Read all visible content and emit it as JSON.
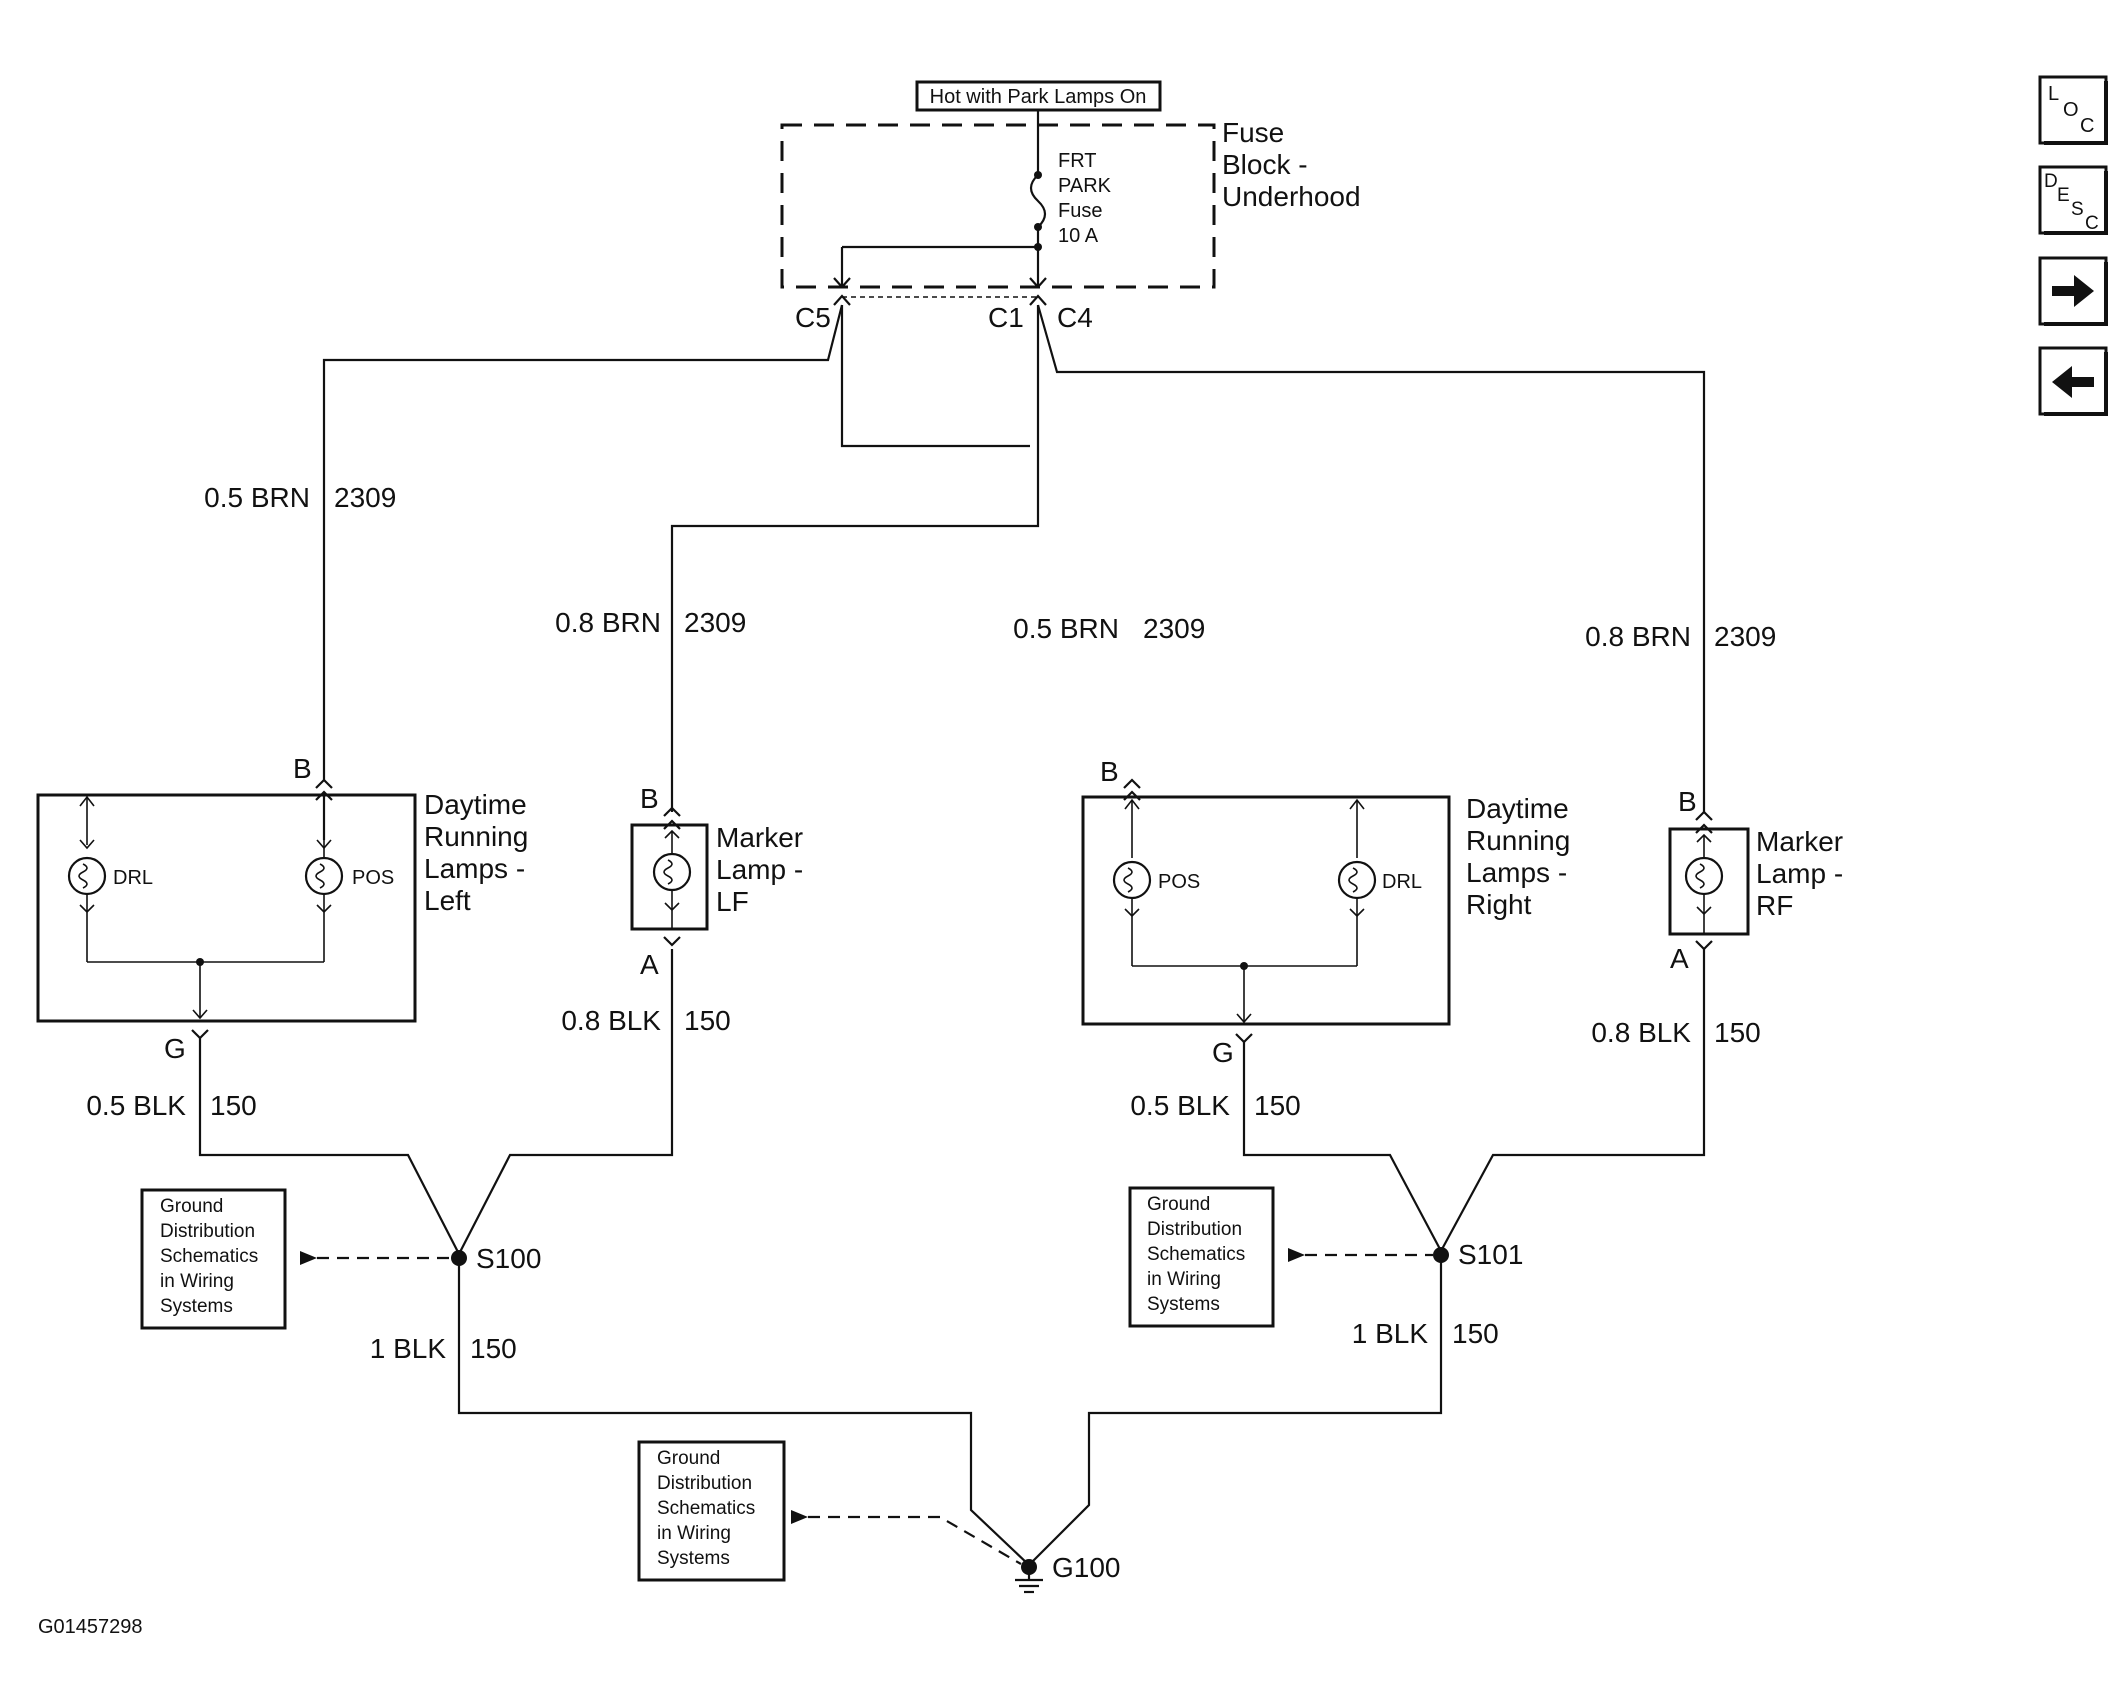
{
  "header": {
    "hot_label": "Hot with Park Lamps On",
    "fuse_block": [
      "Fuse",
      "Block -",
      "Underhood"
    ],
    "fuse": [
      "FRT",
      "PARK",
      "Fuse",
      "10 A"
    ],
    "connectors": {
      "c5": "C5",
      "c1": "C1",
      "c4": "C4"
    }
  },
  "wires": {
    "w1": "0.5 BRN",
    "w1_num": "2309",
    "w2": "0.8 BRN",
    "w2_num": "2309",
    "w3": "0.5 BRN",
    "w3_num": "2309",
    "w4": "0.8 BRN",
    "w4_num": "2309",
    "g1": "0.5 BLK",
    "g1_num": "150",
    "g2": "0.8 BLK",
    "g2_num": "150",
    "g3": "0.5 BLK",
    "g3_num": "150",
    "g4": "0.8 BLK",
    "g4_num": "150",
    "g5": "1 BLK",
    "g5_num": "150",
    "g6": "1 BLK",
    "g6_num": "150"
  },
  "components": {
    "drl_left": [
      "Daytime",
      "Running",
      "Lamps -",
      "Left"
    ],
    "drl_right": [
      "Daytime",
      "Running",
      "Lamps -",
      "Right"
    ],
    "marker_lf": [
      "Marker",
      "Lamp -",
      "LF"
    ],
    "marker_rf": [
      "Marker",
      "Lamp -",
      "RF"
    ],
    "bulb_drl": "DRL",
    "bulb_pos": "POS"
  },
  "pins": {
    "b": "B",
    "a": "A",
    "g": "G"
  },
  "splices": {
    "s100": "S100",
    "s101": "S101",
    "g100": "G100"
  },
  "ground_ref": [
    "Ground",
    "Distribution",
    "Schematics",
    "in Wiring",
    "Systems"
  ],
  "nav": {
    "loc": {
      "a": "L",
      "b": "O",
      "c": "C"
    },
    "desc": {
      "a": "D",
      "b": "E",
      "c": "S",
      "d": "C"
    },
    "forward_icon": "right-arrow",
    "back_icon": "left-arrow"
  },
  "footer": {
    "figure_id": "G01457298"
  }
}
